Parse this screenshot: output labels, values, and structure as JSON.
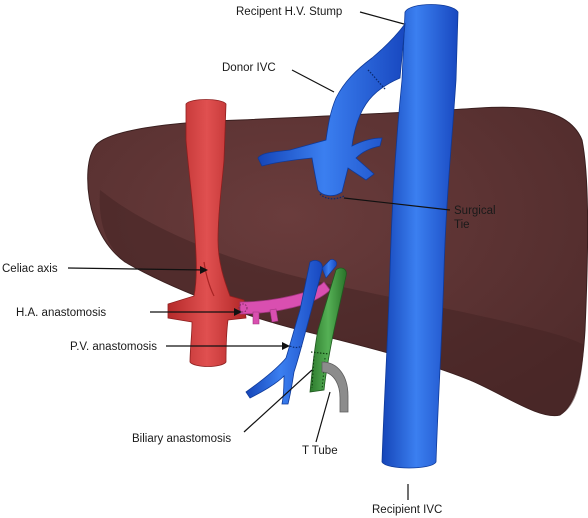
{
  "labels": {
    "recipient_hv_stump": "Recipent H.V. Stump",
    "donor_ivc": "Donor IVC",
    "surgical_tie_line1": "Surgical",
    "surgical_tie_line2": "Tie",
    "celiac_axis": "Celiac axis",
    "ha_anastomosis": "H.A. anastomosis",
    "pv_anastomosis": "P.V. anastomosis",
    "biliary_anastomosis": "Biliary anastomosis",
    "t_tube": "T Tube",
    "recipient_ivc": "Recipient IVC"
  },
  "colors": {
    "liver": "#5e3434",
    "liver_shadow": "#4a2828",
    "vein_blue": "#1f62e0",
    "artery_red": "#d63b3b",
    "hepatic_artery_pink": "#d94fb0",
    "bile_duct_green": "#3f9a3f",
    "t_tube_gray": "#8c8c8c"
  }
}
